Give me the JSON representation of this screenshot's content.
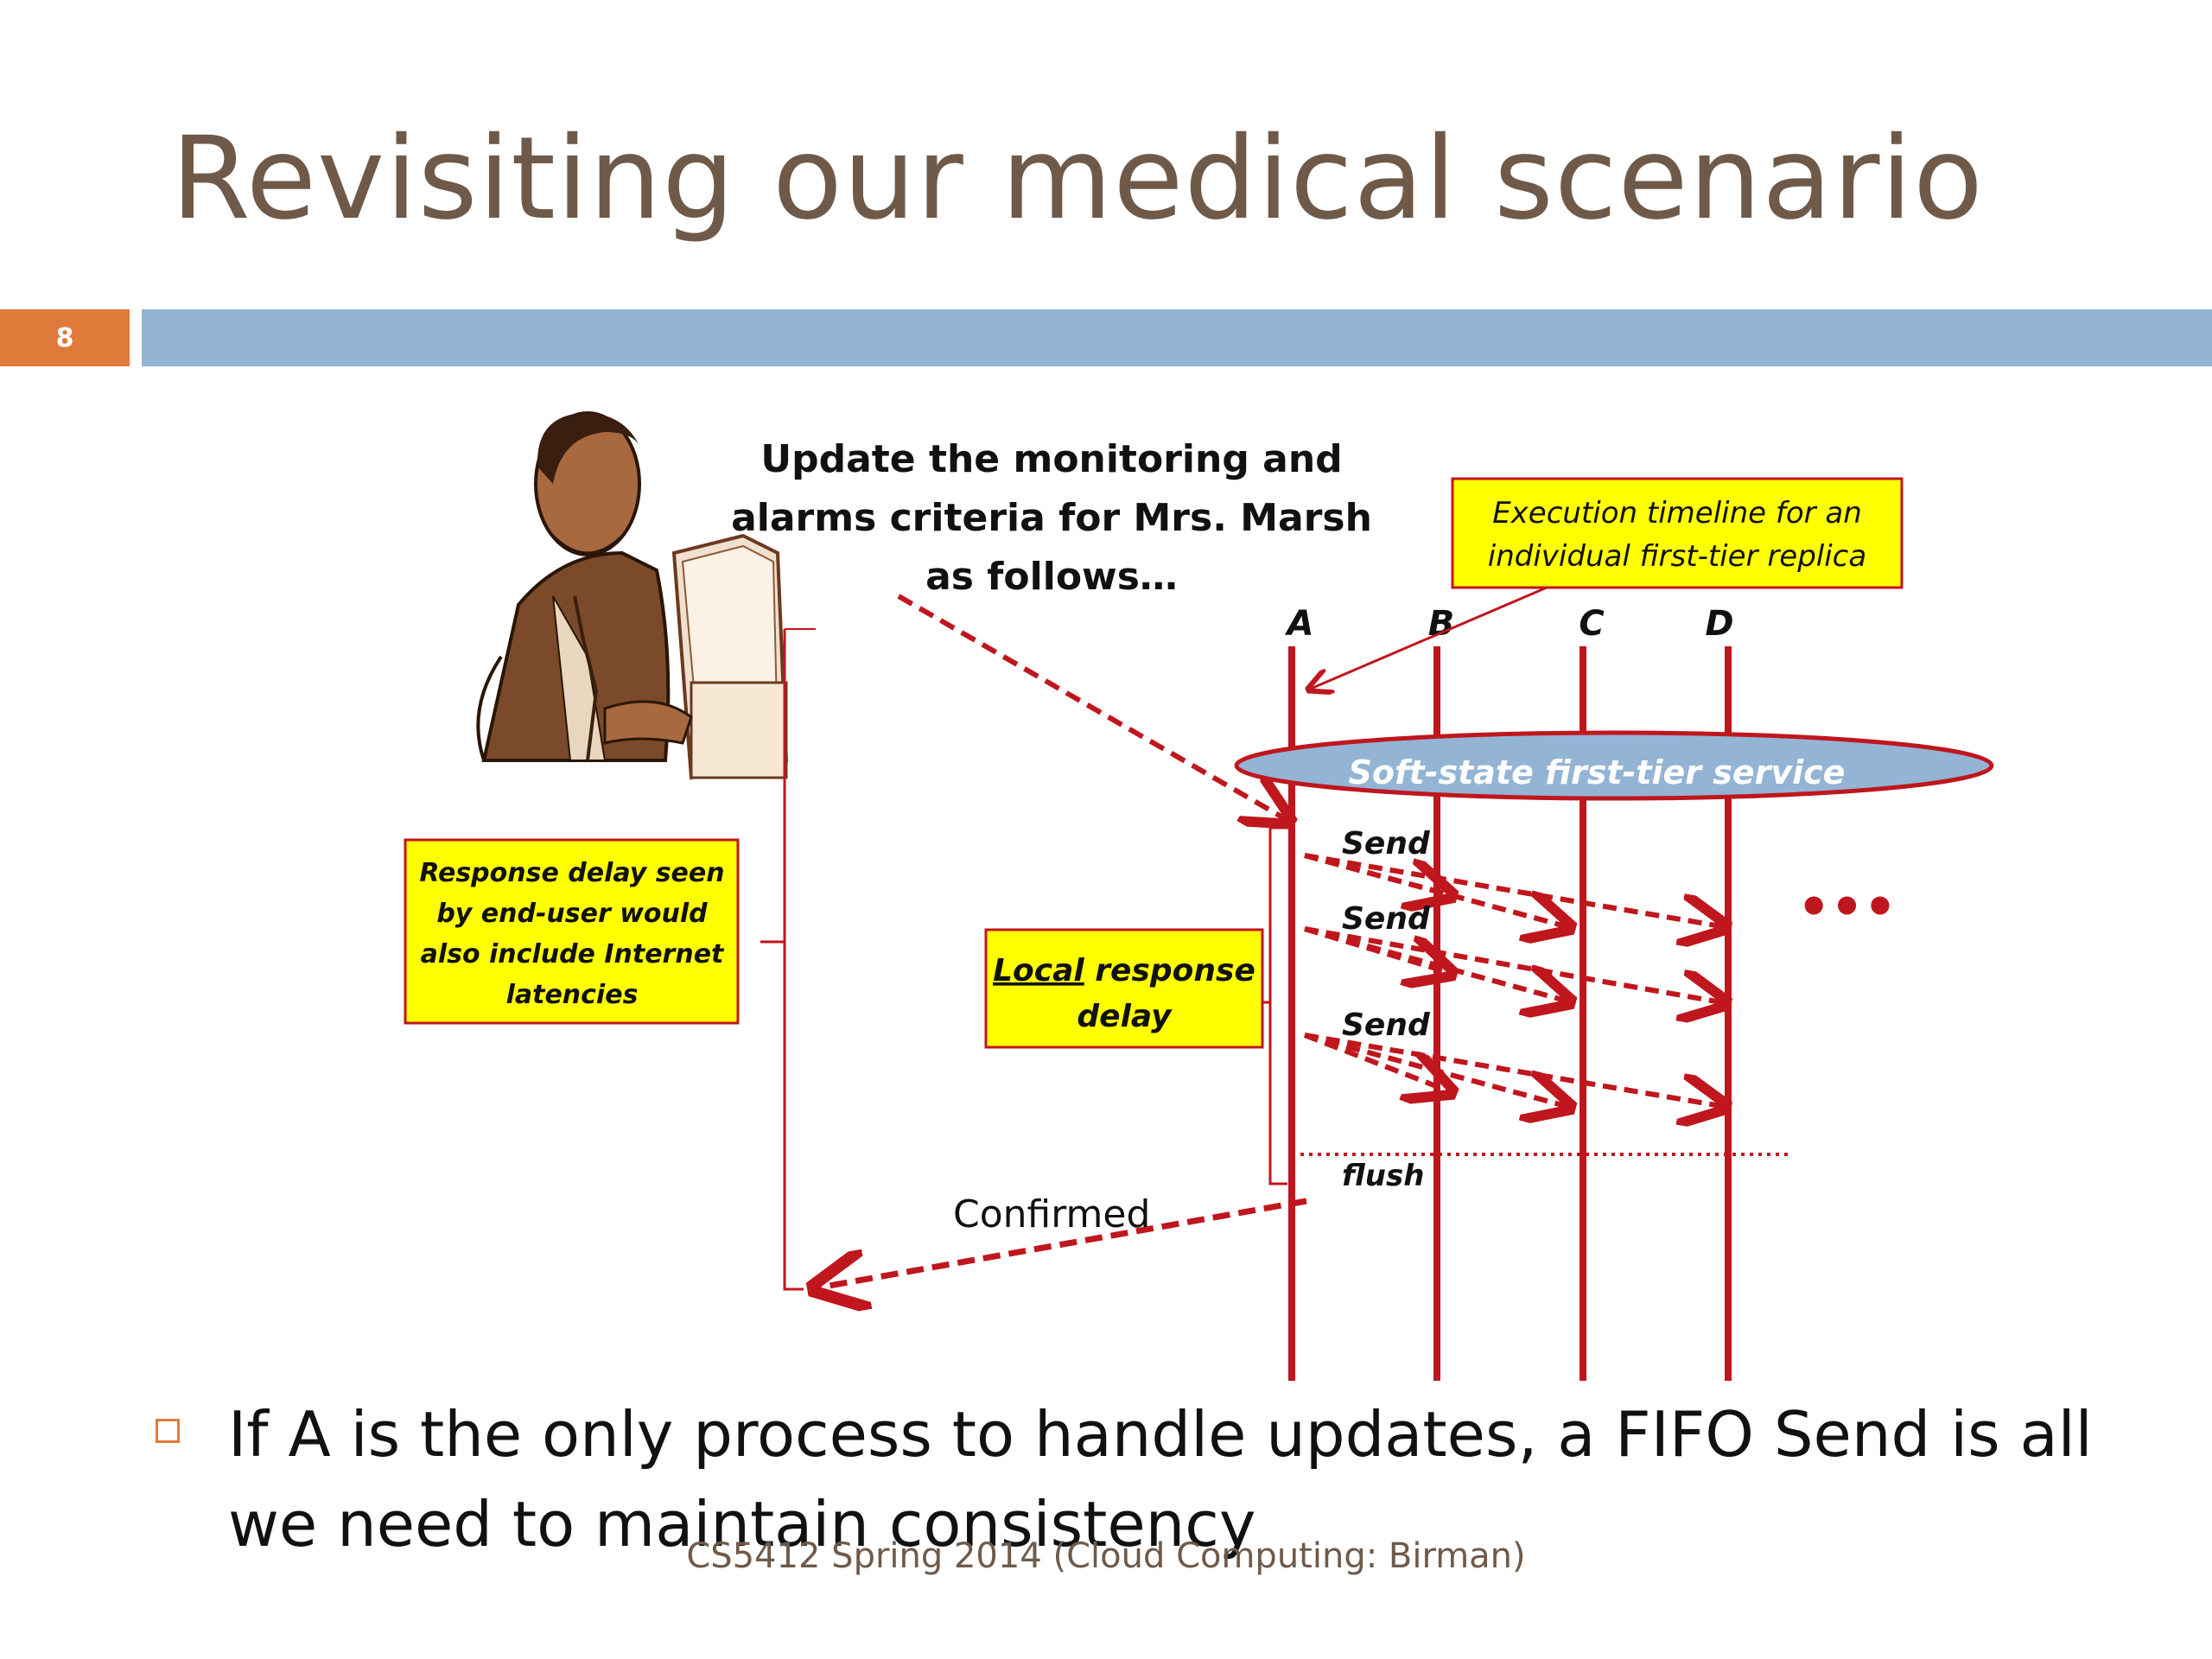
{
  "slide": {
    "title": "Revisiting our medical scenario",
    "number": "8",
    "bullet": "If A is the only process to handle updates, a FIFO Send is all we need to maintain consistency",
    "footer": "CS5412 Spring 2014 (Cloud Computing: Birman)"
  },
  "diagram": {
    "update_text": [
      "Update the monitoring and",
      "alarms criteria for Mrs. Marsh",
      "as follows…"
    ],
    "timeline_callout": [
      "Execution timeline for an",
      "individual  first-tier replica"
    ],
    "process_labels": [
      "A",
      "B",
      "C",
      "D"
    ],
    "service_label": "Soft-state first-tier service",
    "send_labels": [
      "Send",
      "Send",
      "Send"
    ],
    "ellipsis": "•••",
    "flush_label": "flush",
    "confirmed_label": "Confirmed",
    "response_delay_callout": [
      "Response delay seen",
      "by end-user would",
      "also include Internet",
      "latencies"
    ],
    "local_delay_callout": {
      "underlined": "Local",
      "rest": " response",
      "line2": "delay"
    },
    "colors": {
      "accent_red": "#c0161d",
      "callout_fill": "#ffff00",
      "ellipse_fill": "#93b4d4",
      "title": "#6f5a4a",
      "orange": "#e07a3a"
    }
  }
}
